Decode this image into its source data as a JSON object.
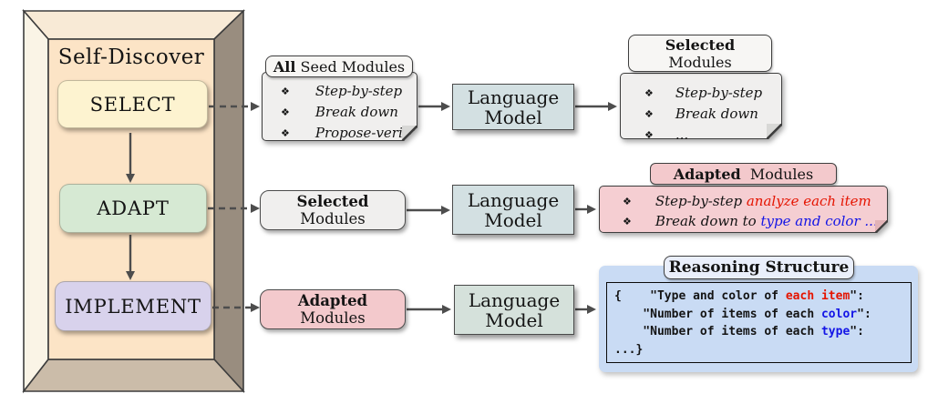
{
  "colors": {
    "red_text": "#e51400",
    "blue_text": "#1314e6",
    "select_bg": "#fdf3d0",
    "adapt_bg": "#d6e9d3",
    "implement_bg": "#d8d2ec",
    "note_bg": "#f0efee",
    "note_label_bg": "#f7f6f4",
    "pink_note_bg": "#f5ced2",
    "pink_label_bg": "#f3c9cc",
    "lm_bg": "#d3e0e2",
    "lm_bg_alt": "#d5e1db",
    "panel_bg": "#c9dbf4",
    "panel_label_bg": "#eaeffb",
    "frame_inner_bg": "#fce4c6"
  },
  "frame": {
    "title": "Self-Discover",
    "select": "SELECT",
    "adapt": "ADAPT",
    "implement": "IMPLEMENT"
  },
  "lm": {
    "line1": "Language",
    "line2": "Model"
  },
  "bullet": "❖",
  "seed_note": {
    "label_bold": "All",
    "label_rest": " Seed Modules",
    "items": [
      "Step-by-step",
      "Break down",
      "Propose-verify"
    ]
  },
  "selected_note": {
    "label_bold": "Selected",
    "label_line2": "Modules",
    "items": [
      "Step-by-step",
      "Break down",
      "..."
    ]
  },
  "selected_box": {
    "line1": "Selected",
    "line2": "Modules"
  },
  "adapted_box": {
    "line1": "Adapted",
    "line2": "Modules"
  },
  "adapted_note": {
    "label_bold": "Adapted",
    "label_rest": "  Modules",
    "items": [
      {
        "plain": "Step-by-step ",
        "colored": "analyze each item",
        "color": "#e51400"
      },
      {
        "plain": "Break down to ",
        "colored": "type and color ...",
        "color": "#1314e6"
      }
    ]
  },
  "reasoning": {
    "label": "Reasoning Structure",
    "lines": [
      {
        "pre": "{    \"Type and color of ",
        "hl": "each item",
        "post": "\":",
        "color": "#e51400"
      },
      {
        "pre": "    \"Number of items of each ",
        "hl": "color",
        "post": "\":",
        "color": "#1314e6"
      },
      {
        "pre": "    \"Number of items of each ",
        "hl": "type",
        "post": "\":",
        "color": "#1314e6"
      },
      {
        "pre": "...}",
        "hl": "",
        "post": "",
        "color": ""
      }
    ]
  }
}
